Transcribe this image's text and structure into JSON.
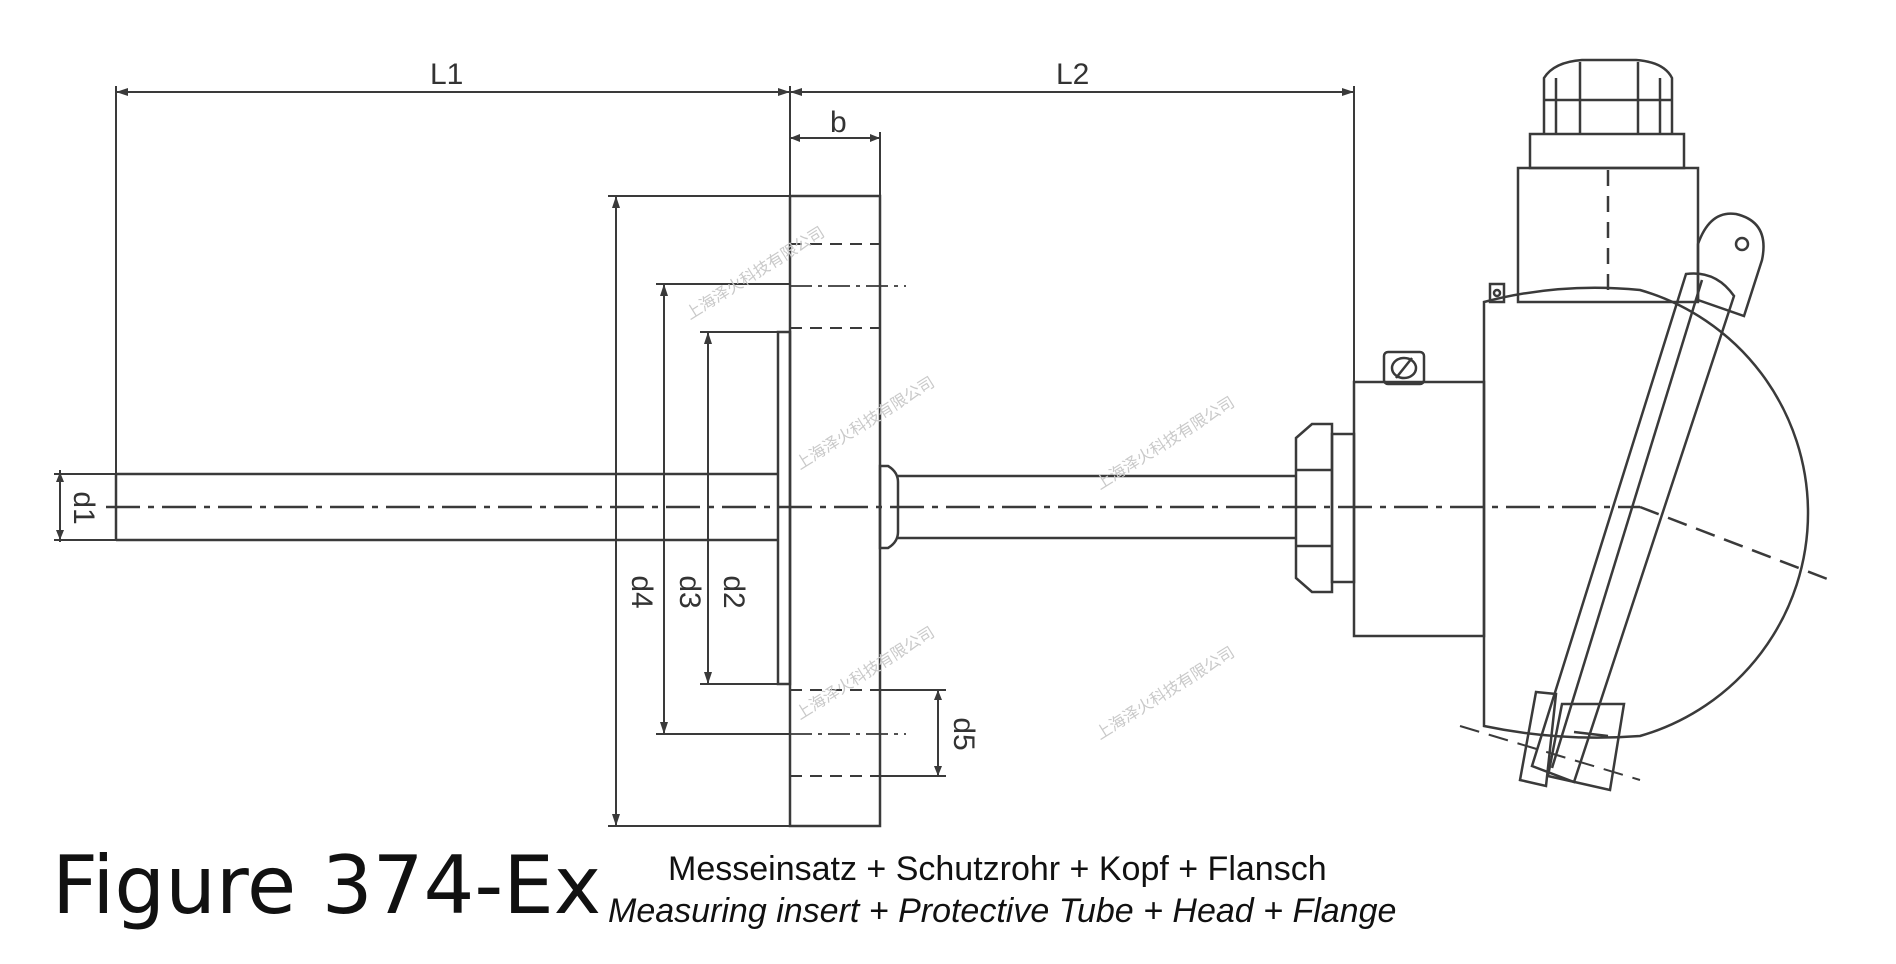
{
  "dimensions": {
    "L1": "L1",
    "L2": "L2",
    "b": "b",
    "d1": "d1",
    "d2": "d2",
    "d3": "d3",
    "d4": "d4",
    "d5": "d5"
  },
  "watermark": {
    "text": "上海泽火科技有限公司"
  },
  "caption": {
    "figure": "Figure 374-Ex",
    "line_de": "Messeinsatz + Schutzrohr + Kopf + Flansch",
    "line_en": "Measuring insert + Protective Tube + Head + Flange"
  }
}
